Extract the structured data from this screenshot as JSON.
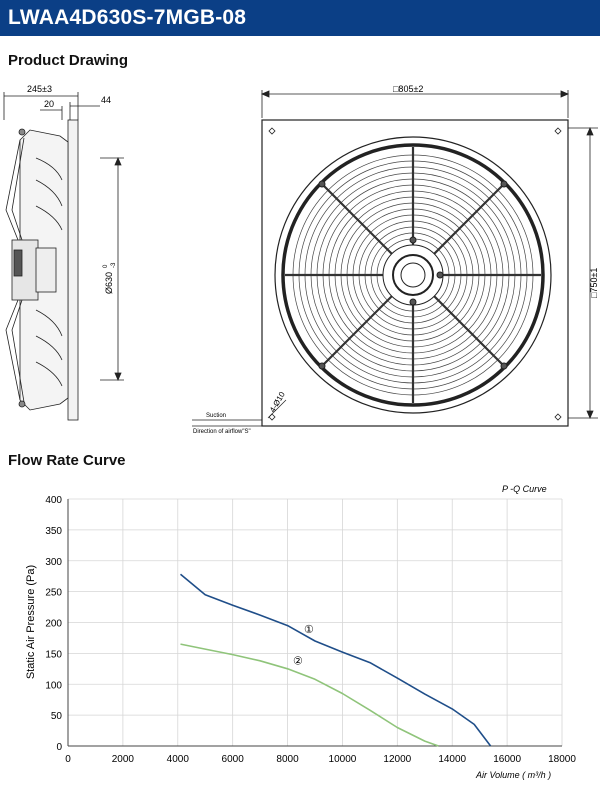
{
  "header": {
    "title": "LWAA4D630S-7MGB-08"
  },
  "sections": {
    "drawing": "Product Drawing",
    "curve": "Flow Rate Curve"
  },
  "drawing": {
    "dim_width": "245±3",
    "dim_20": "20",
    "dim_44": "44",
    "dim_diameter": "Ø630",
    "dim_diameter_sup": "0",
    "dim_diameter_sub": "-3",
    "dim_top": "□805±2",
    "dim_side": "□750±1",
    "dim_holes": "4-Ø10",
    "suction_label": "Suction",
    "airflow_label": "Direction of airflow\"S\""
  },
  "chart_data": {
    "type": "line",
    "title": "P -Q Curve",
    "xlabel": "Air Volume ( m³/h )",
    "ylabel": "Static Air Pressure  (Pa)",
    "xlim": [
      0,
      18000
    ],
    "ylim": [
      0,
      400
    ],
    "xticks": [
      0,
      2000,
      4000,
      6000,
      8000,
      10000,
      12000,
      14000,
      16000,
      18000
    ],
    "yticks": [
      0,
      50,
      100,
      150,
      200,
      250,
      300,
      350,
      400
    ],
    "grid": true,
    "series": [
      {
        "name": "①",
        "color": "#1f4e89",
        "x": [
          4100,
          5000,
          6000,
          7000,
          8000,
          9000,
          10000,
          11000,
          12000,
          13000,
          14000,
          14800,
          15400
        ],
        "y": [
          278,
          245,
          228,
          212,
          195,
          170,
          152,
          135,
          110,
          84,
          60,
          35,
          0
        ]
      },
      {
        "name": "②",
        "color": "#8fc47a",
        "x": [
          4100,
          5000,
          6000,
          7000,
          8000,
          9000,
          10000,
          11000,
          12000,
          13000,
          13500
        ],
        "y": [
          165,
          157,
          148,
          138,
          125,
          108,
          85,
          58,
          30,
          8,
          0
        ]
      }
    ]
  }
}
